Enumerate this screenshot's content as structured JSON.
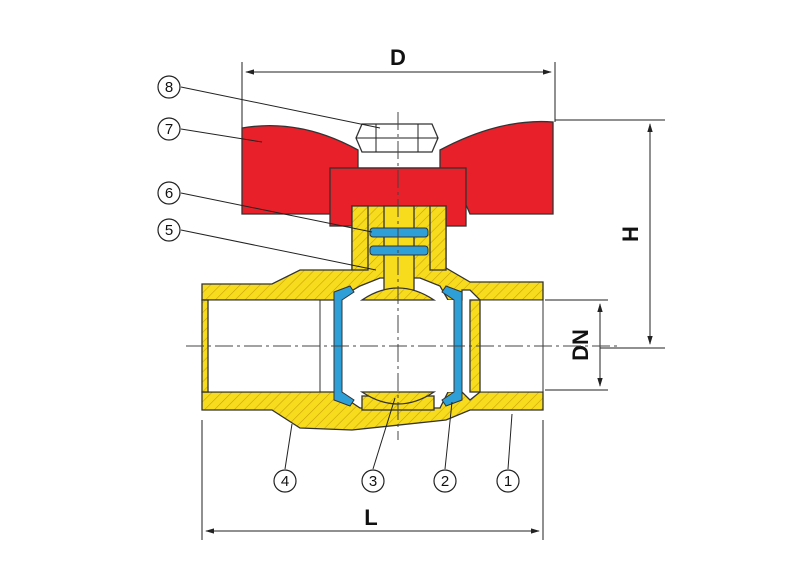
{
  "dimensions": {
    "D": "D",
    "H": "H",
    "DN": "DN",
    "L": "L"
  },
  "callouts": [
    {
      "label": "8",
      "part": "nut"
    },
    {
      "label": "7",
      "part": "handle"
    },
    {
      "label": "6",
      "part": "stem-o-rings"
    },
    {
      "label": "5",
      "part": "stem"
    },
    {
      "label": "4",
      "part": "body-male-end"
    },
    {
      "label": "3",
      "part": "ball"
    },
    {
      "label": "2",
      "part": "seat"
    },
    {
      "label": "1",
      "part": "body-female-end"
    }
  ],
  "colors": {
    "handle": "#e8202a",
    "brass": "#f7dc1e",
    "hatch": "#c9a20a",
    "seal": "#2f9fd8",
    "line": "#222222"
  }
}
